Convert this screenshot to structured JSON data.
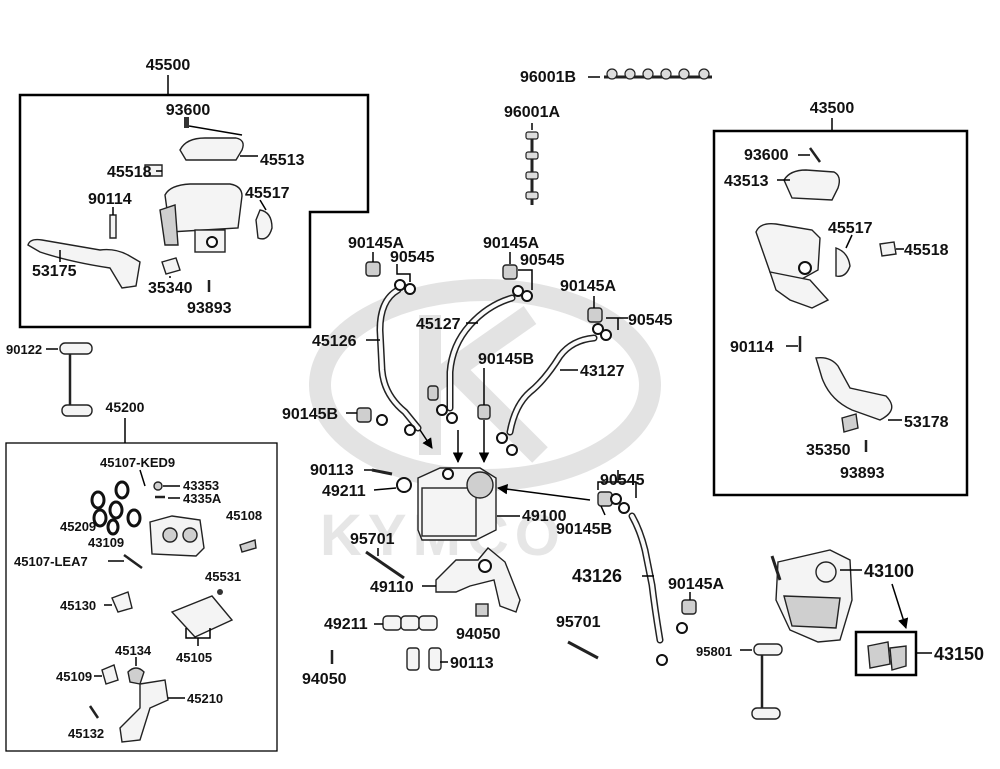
{
  "watermark": "KYMCO",
  "groups": {
    "g45500": "45500",
    "g43500": "43500",
    "g45200": "45200"
  },
  "labels": {
    "l96001B": "96001B",
    "l96001A": "96001A",
    "l93600a": "93600",
    "l45513a": "45513",
    "l45518a": "45518",
    "l45517a": "45517",
    "l90114a": "90114",
    "l53175": "53175",
    "l35340": "35340",
    "l93893a": "93893",
    "l90122": "90122",
    "l45107KED9": "45107-KED9",
    "l43353": "43353",
    "l4335A": "4335A",
    "l45209": "45209",
    "l43109": "43109",
    "l45108": "45108",
    "l45107LEA7": "45107-LEA7",
    "l45531": "45531",
    "l45130": "45130",
    "l45105": "45105",
    "l45134": "45134",
    "l45109": "45109",
    "l45210": "45210",
    "l45132": "45132",
    "l90145Aa": "90145A",
    "l90545a": "90545",
    "l90145Ab": "90145A",
    "l90545b": "90545",
    "l90145Ac": "90145A",
    "l90545c": "90545",
    "l45126": "45126",
    "l45127": "45127",
    "l90145Ba": "90145B",
    "l43127": "43127",
    "l90145Bb": "90145B",
    "l90113a": "90113",
    "l49211a": "49211",
    "l49100": "49100",
    "l90545d": "90545",
    "l90145Bc": "90145B",
    "l95701a": "95701",
    "l49110": "49110",
    "l43126": "43126",
    "l90145Ad": "90145A",
    "l49211b": "49211",
    "l94050a": "94050",
    "l95701b": "95701",
    "l94050b": "94050",
    "l90113b": "90113",
    "l93600b": "93600",
    "l43513": "43513",
    "l45517b": "45517",
    "l45518b": "45518",
    "l90114b": "90114",
    "l53178": "53178",
    "l35350": "35350",
    "l93893b": "93893",
    "l43100": "43100",
    "l43150": "43150",
    "l95801": "95801"
  }
}
